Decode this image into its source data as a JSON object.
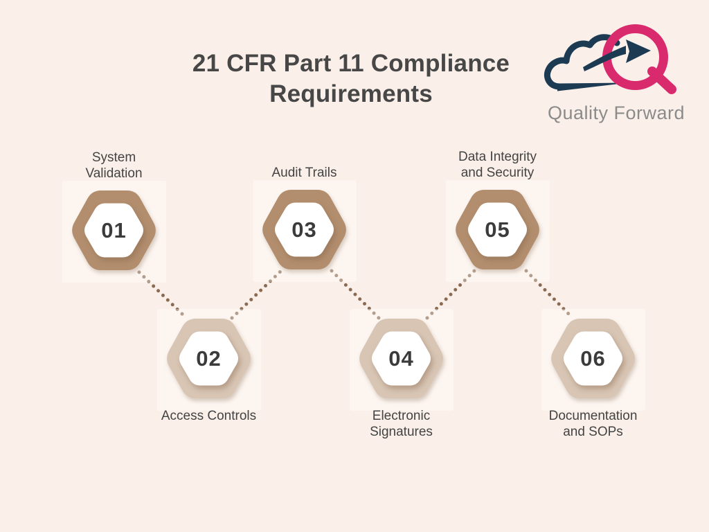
{
  "title": {
    "lines": [
      "21 CFR Part 11 Compliance",
      "Requirements"
    ]
  },
  "logo": {
    "text": "Quality Forward",
    "icon": "cloud-arrow-q-logo"
  },
  "colors": {
    "background": "#faf0e9",
    "hex_dark": "#b28e6e",
    "hex_light": "#d8c5b4",
    "connector_dot": "#8a6a52",
    "title_text": "#474747",
    "label_text": "#434343",
    "number_text": "#3b3b3b",
    "logo_navy": "#1c3b52",
    "logo_pink": "#d92a6e",
    "logo_gray": "#8b8b8b"
  },
  "steps": [
    {
      "number": "01",
      "label": "System\nValidation"
    },
    {
      "number": "02",
      "label": "Access Controls"
    },
    {
      "number": "03",
      "label": "Audit Trails"
    },
    {
      "number": "04",
      "label": "Electronic\nSignatures"
    },
    {
      "number": "05",
      "label": "Data Integrity\nand Security"
    },
    {
      "number": "06",
      "label": "Documentation\nand SOPs"
    }
  ]
}
